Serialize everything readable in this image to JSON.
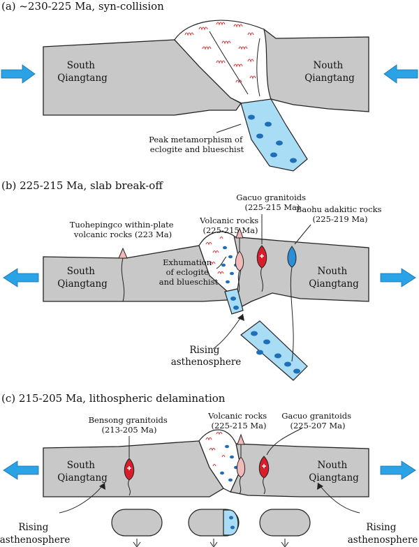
{
  "panels": {
    "a": {
      "title": "(a) ~230-225 Ma, syn-collision",
      "south_label": [
        "South",
        "Qiangtang"
      ],
      "north_label": [
        "Nouth",
        "Qiangtang"
      ],
      "annotation": [
        "Peak metamorphism of",
        "eclogite and blueschist"
      ]
    },
    "b": {
      "title": "(b) 225-215 Ma, slab break-off",
      "south_label": [
        "South",
        "Qiangtang"
      ],
      "north_label": [
        "Nouth",
        "Qiangtang"
      ],
      "tuohepingco": [
        "Tuohepingco within-plate",
        "volcanic rocks (223 Ma)"
      ],
      "volcanic": [
        "Volcanic rocks",
        "(225-215 Ma)"
      ],
      "gacuo": [
        "Gacuo granitoids",
        "(225-215 Ma)"
      ],
      "baohu": [
        "Baohu adakitic rocks",
        "(225-219 Ma)"
      ],
      "exhumation": [
        "Exhumation",
        "of eclogite",
        "and blueschist"
      ],
      "rising": [
        "Rising",
        "asthenosphere"
      ]
    },
    "c": {
      "title": "(c) 215-205 Ma, lithospheric delamination",
      "south_label": [
        "South",
        "Qiangtang"
      ],
      "north_label": [
        "Nouth",
        "Qiangtang"
      ],
      "bensong": [
        "Bensong granitoids",
        "(213-205 Ma)"
      ],
      "volcanic": [
        "Volcanic rocks",
        "(225-215 Ma)"
      ],
      "gacuo": [
        "Gacuo granitoids",
        "(225-207 Ma)"
      ],
      "rising_left": [
        "Rising",
        "asthenosphere"
      ],
      "rising_right": [
        "Rising",
        "asthenosphere"
      ]
    }
  },
  "colors": {
    "plate": "#c8c8c8",
    "slab": "#a9dcf5",
    "dots": "#1f6fb8",
    "folds": "#d33a3a",
    "granitoid": "#d81e2a",
    "volcanic": "#f2b9b9",
    "adakitic": "#2a8fd6",
    "arrows": "#2aa3e6"
  },
  "icons": [
    "arrow-right-icon",
    "arrow-left-icon",
    "plus-icon",
    "arrow-down-icon"
  ]
}
